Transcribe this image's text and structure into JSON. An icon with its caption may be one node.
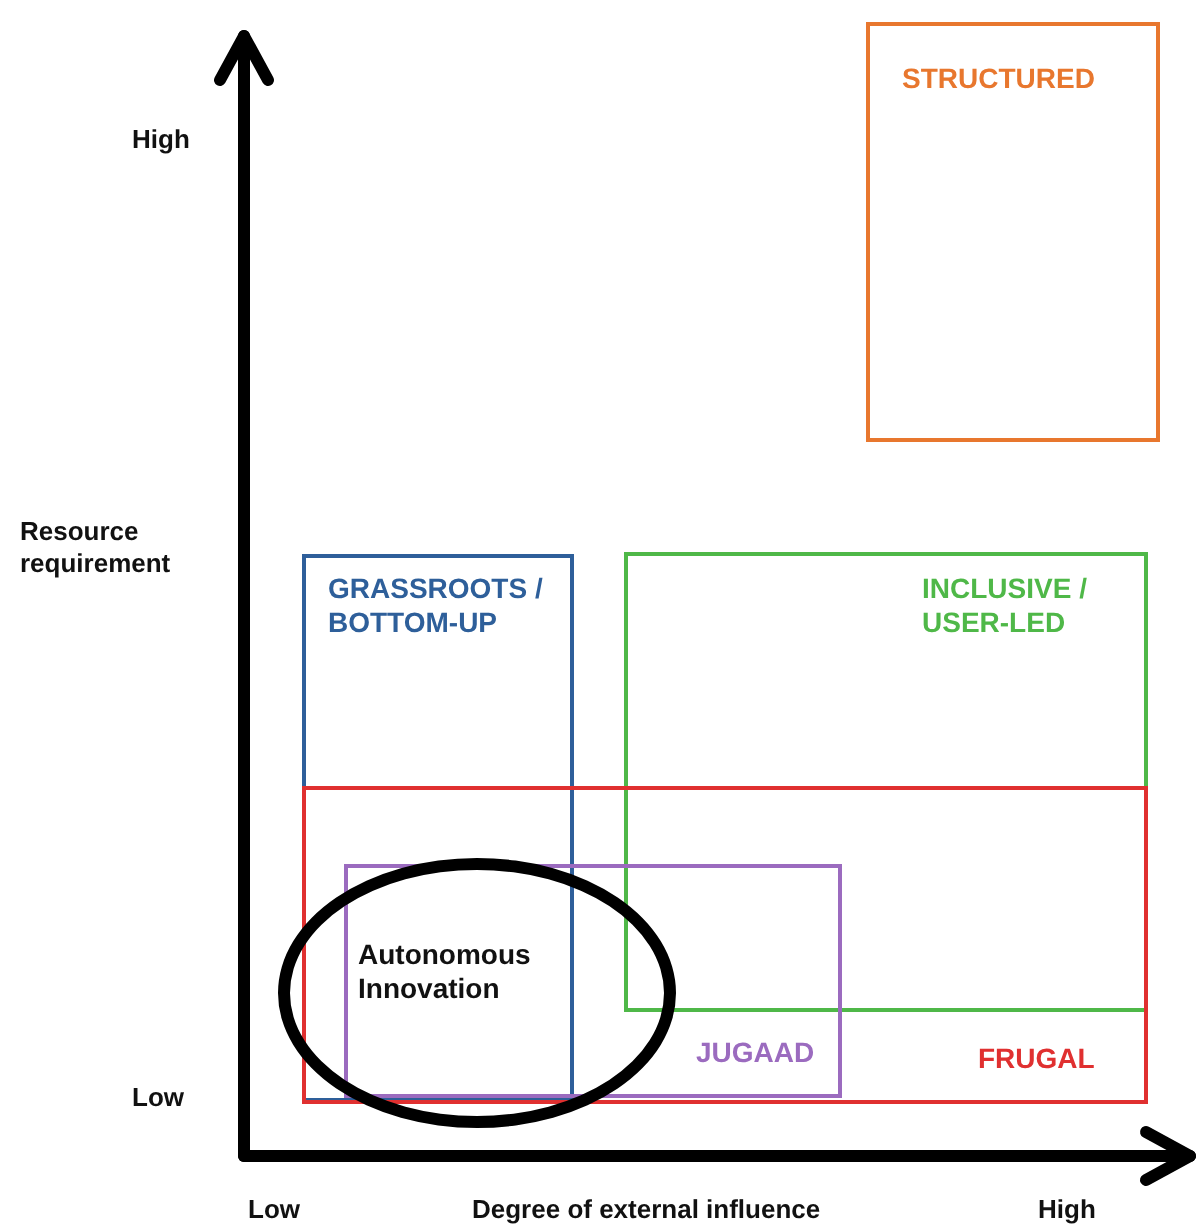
{
  "diagram": {
    "nodes": [
      {
        "text": [
          "STRUCTURED"
        ]
      },
      {
        "text": [
          "GRASSROOTS / BOTTOM-UP"
        ]
      },
      {
        "text": [
          "INCLUSIVE / USER-LED"
        ]
      },
      {
        "text": [
          "FRUGAL"
        ]
      },
      {
        "text": [
          "JUGAAD"
        ],
        "in": 3
      },
      {
        "text": [
          "Autonomous Innovation"
        ]
      }
    ],
    "edges": [],
    "labels": [
      "High",
      "Resource requirement",
      "Low",
      "Low",
      "Degree of external influence",
      "High"
    ]
  }
}
